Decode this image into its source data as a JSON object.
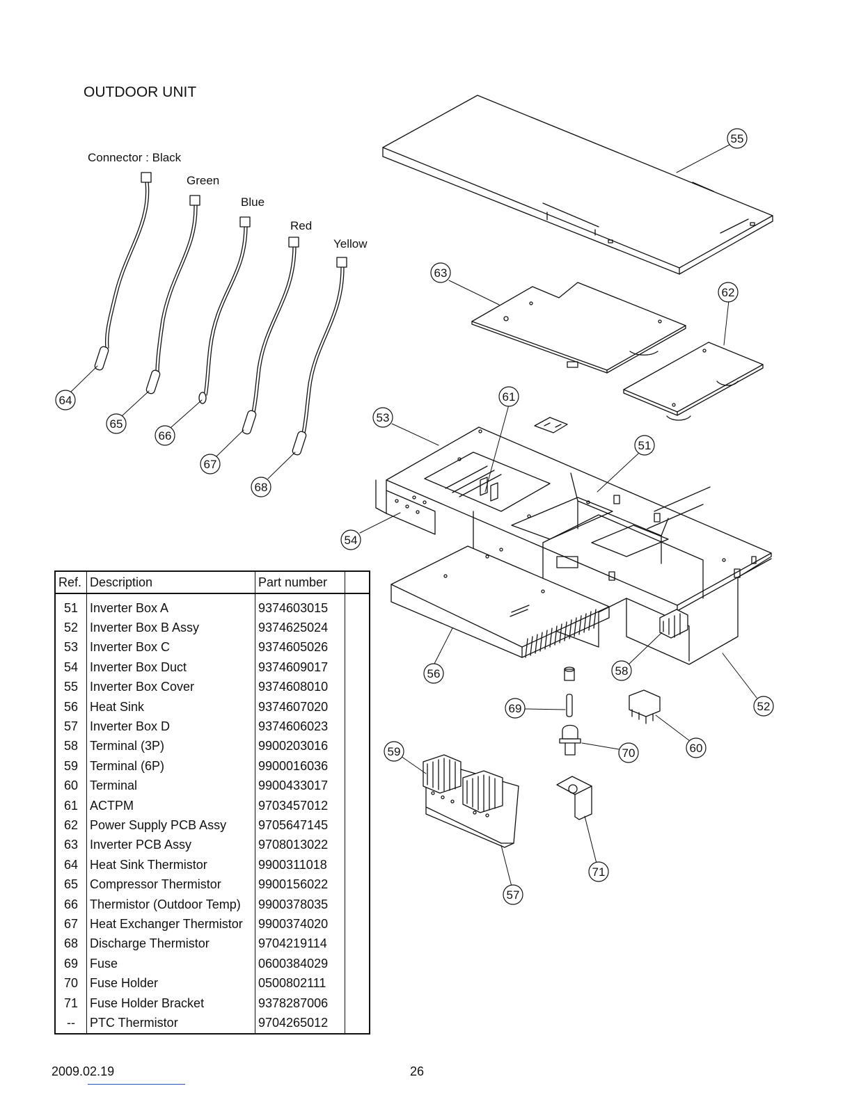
{
  "page_title": "OUTDOOR UNIT",
  "connector_labels": [
    "Connector : Black",
    "Green",
    "Blue",
    "Red",
    "Yellow"
  ],
  "callouts": [
    "51",
    "52",
    "53",
    "54",
    "55",
    "56",
    "57",
    "58",
    "59",
    "60",
    "61",
    "62",
    "63",
    "64",
    "65",
    "66",
    "67",
    "68",
    "69",
    "70",
    "71"
  ],
  "table": {
    "headers": [
      "Ref.",
      "Description",
      "Part number",
      ""
    ],
    "rows": [
      {
        "ref": "51",
        "description": "Inverter Box A",
        "part_number": "9374603015"
      },
      {
        "ref": "52",
        "description": "Inverter Box B Assy",
        "part_number": "9374625024"
      },
      {
        "ref": "53",
        "description": "Inverter Box C",
        "part_number": "9374605026"
      },
      {
        "ref": "54",
        "description": "Inverter Box Duct",
        "part_number": "9374609017"
      },
      {
        "ref": "55",
        "description": "Inverter Box Cover",
        "part_number": "9374608010"
      },
      {
        "ref": "56",
        "description": "Heat Sink",
        "part_number": "9374607020"
      },
      {
        "ref": "57",
        "description": "Inverter Box D",
        "part_number": "9374606023"
      },
      {
        "ref": "58",
        "description": "Terminal (3P)",
        "part_number": "9900203016"
      },
      {
        "ref": "59",
        "description": "Terminal (6P)",
        "part_number": "9900016036"
      },
      {
        "ref": "60",
        "description": "Terminal",
        "part_number": "9900433017"
      },
      {
        "ref": "61",
        "description": "ACTPM",
        "part_number": "9703457012"
      },
      {
        "ref": "62",
        "description": "Power Supply PCB Assy",
        "part_number": "9705647145"
      },
      {
        "ref": "63",
        "description": "Inverter PCB Assy",
        "part_number": "9708013022"
      },
      {
        "ref": "64",
        "description": "Heat Sink Thermistor",
        "part_number": "9900311018"
      },
      {
        "ref": "65",
        "description": "Compressor Thermistor",
        "part_number": "9900156022"
      },
      {
        "ref": "66",
        "description": "Thermistor (Outdoor Temp)",
        "part_number": "9900378035"
      },
      {
        "ref": "67",
        "description": "Heat Exchanger Thermistor",
        "part_number": "9900374020"
      },
      {
        "ref": "68",
        "description": "Discharge Thermistor",
        "part_number": "9704219114"
      },
      {
        "ref": "69",
        "description": "Fuse",
        "part_number": "0600384029"
      },
      {
        "ref": "70",
        "description": "Fuse Holder",
        "part_number": "0500802111"
      },
      {
        "ref": "71",
        "description": "Fuse Holder Bracket",
        "part_number": "9378287006"
      },
      {
        "ref": "--",
        "description": "PTC Thermistor",
        "part_number": "9704265012"
      }
    ]
  },
  "footer": {
    "date": "2009.02.19",
    "page": "26"
  }
}
